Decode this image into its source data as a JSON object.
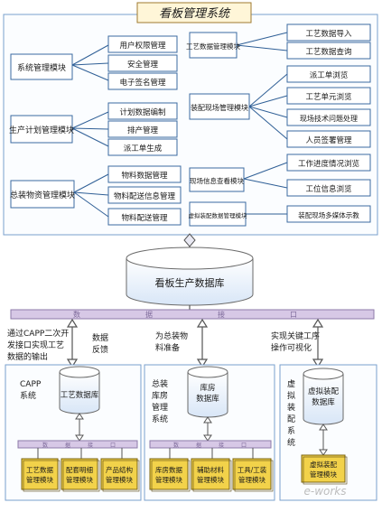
{
  "title": "看板管理系统",
  "modules": {
    "system": "系统管理模块",
    "plan": "生产计划管理模块",
    "material": "总装物资管理模块",
    "process": "工艺数据管理模块",
    "field": "装配现场管理模块",
    "site": "现场信息查看模块",
    "virtual": "虚拟装配数据管理模块"
  },
  "functions": {
    "system": [
      "用户权限管理",
      "安全管理",
      "电子签名管理"
    ],
    "plan": [
      "计划数据编制",
      "排产管理",
      "派工单生成"
    ],
    "material": [
      "物料数据管理",
      "物料配送信息管理",
      "物料配送管理"
    ],
    "process": [
      "工艺数据导入",
      "工艺数据查询"
    ],
    "field": [
      "派工单浏览",
      "工艺单元浏览",
      "现场技术问题处理",
      "人员签署管理"
    ],
    "site": [
      "工作进度情况浏览",
      "工位信息浏览"
    ],
    "virtual": [
      "装配现场多媒体示教"
    ]
  },
  "database": "看板生产数据库",
  "bus": [
    "数",
    "据",
    "接",
    "口"
  ],
  "notes": {
    "capp": "通过CAPP二次开发接口实现工艺数据的输出",
    "feedback": "数据反馈",
    "material": "为总装物料准备",
    "virtual": "实现关键工序操作可视化"
  },
  "systems": {
    "capp": "CAPP系统",
    "warehouse": "总装库房管理系统",
    "virtual": "虚拟装配系统"
  },
  "dbs": {
    "capp": "工艺数据库",
    "warehouse": "库房数据库",
    "virtual": "虚拟装配数据库"
  },
  "sub_modules": {
    "capp": [
      "工艺数据管理模块",
      "配套明细管理模块",
      "产品结构管理模块"
    ],
    "warehouse": [
      "库房数据管理模块",
      "辅助材料管理模块",
      "工具/工装管理模块"
    ],
    "virtual": [
      "虚拟装配管理模块"
    ]
  },
  "watermark": "e-works"
}
